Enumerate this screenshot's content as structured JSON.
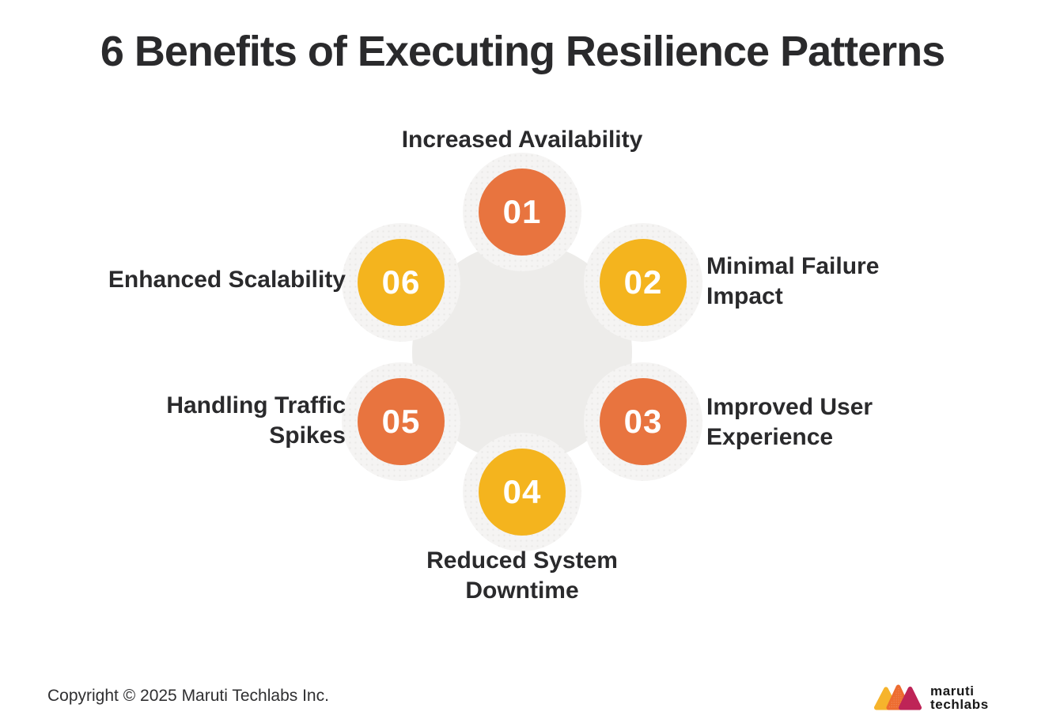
{
  "title": "6 Benefits of Executing Resilience Patterns",
  "colors": {
    "orange": "#e8743f",
    "yellow": "#f4b41e",
    "center_gray": "#edecea",
    "halo_gray": "#f5f4f3",
    "text_dark": "#2a2a2c"
  },
  "benefits": [
    {
      "number": "01",
      "label": "Increased Availability",
      "color": "orange",
      "position": "top"
    },
    {
      "number": "02",
      "label": "Minimal Failure Impact",
      "color": "yellow",
      "position": "upper-right"
    },
    {
      "number": "03",
      "label": "Improved User Experience",
      "color": "orange",
      "position": "lower-right"
    },
    {
      "number": "04",
      "label": "Reduced System Downtime",
      "color": "yellow",
      "position": "bottom"
    },
    {
      "number": "05",
      "label": "Handling Traffic Spikes",
      "color": "orange",
      "position": "lower-left"
    },
    {
      "number": "06",
      "label": "Enhanced Scalability",
      "color": "yellow",
      "position": "upper-left"
    }
  ],
  "footer": {
    "copyright": "Copyright © 2025 Maruti Techlabs Inc.",
    "logo": {
      "line1": "maruti",
      "line2": "techlabs",
      "triangle_yellow": "#f6b42c",
      "triangle_orange": "#ed6c30",
      "triangle_magenta": "#be2457"
    }
  }
}
